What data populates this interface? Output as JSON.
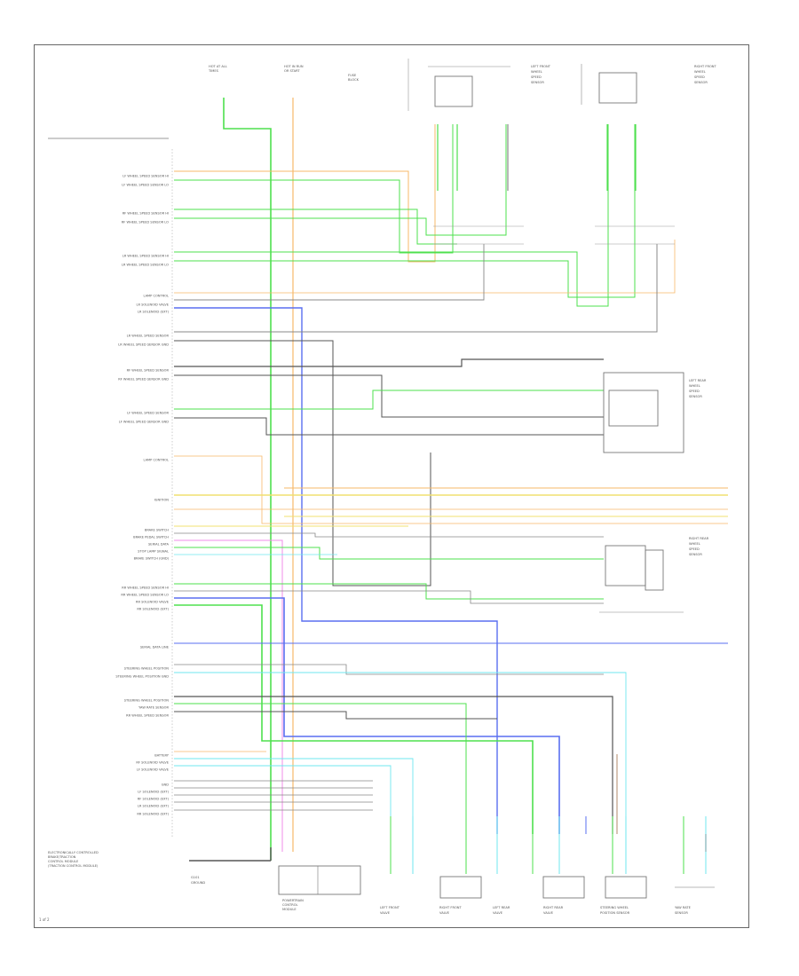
{
  "colors": {
    "frame": "#666666",
    "green": "#4ee04e",
    "orange": "#f7b96a",
    "yellow": "#f0e070",
    "blue": "#5a6ff0",
    "cyan": "#6fe7ef",
    "pink": "#f08ce8",
    "gray": "#888888",
    "dark": "#555555",
    "brown": "#b08a6a",
    "red": "#e05050"
  },
  "controller": {
    "name_lines": [
      "ELECTRONICALLY CONTROLLED",
      "BRAKE/TRACTION",
      "CONTROL MODULE",
      "(TRACTION CONTROL MODULE)"
    ]
  },
  "left_labels": [
    "LF WHEEL SPEED SENSOR HI",
    "LF WHEEL SPEED SENSOR LO",
    "RF WHEEL SPEED SENSOR HI",
    "RF WHEEL SPEED SENSOR LO",
    "LR WHEEL SPEED SENSOR HI",
    "LR WHEEL SPEED SENSOR LO",
    "LAMP CONTROL",
    "LR SOLENOID VALVE",
    "LR SOLENOID (EXT)",
    "LR WHEEL SPEED SENSOR",
    "LR WHEEL SPEED SENSOR GND",
    "RF WHEEL SPEED SENSOR",
    "RF WHEEL SPEED SENSOR GND",
    "LF WHEEL SPEED SENSOR",
    "LF WHEEL SPEED SENSOR GND",
    "LAMP CONTROL",
    "IGNITION",
    "BRAKE SWITCH",
    "BRAKE PEDAL SWITCH",
    "SERIAL DATA",
    "STOP LAMP SIGNAL",
    "BRAKE SWITCH (GND)",
    "RR WHEEL SPEED SENSOR HI",
    "RR WHEEL SPEED SENSOR LO",
    "RR SOLENOID VALVE",
    "RR SOLENOID (EXT)",
    "SERIAL DATA LINE",
    "STEERING WHEEL POSITION",
    "STEERING WHEEL POSITION GND",
    "STEERING WHEEL POSITION",
    "YAW RATE SENSOR",
    "RR WHEEL SPEED SENSOR",
    "BATTERY",
    "RF SOLENOID VALVE",
    "LF SOLENOID VALVE",
    "GND",
    "LF SOLENOID (EXT)",
    "RF SOLENOID (EXT)",
    "LR SOLENOID (EXT)",
    "RR SOLENOID (EXT)"
  ],
  "top_labels": {
    "hot_start": [
      "HOT AT ALL",
      "TIMES"
    ],
    "hot_run": [
      "HOT IN RUN",
      "OR START"
    ],
    "fuse_block": [
      "FUSE",
      "BLOCK"
    ],
    "lf_sensor": [
      "LEFT FRONT",
      "WHEEL",
      "SPEED",
      "SENSOR"
    ],
    "rf_sensor": [
      "RIGHT FRONT",
      "WHEEL",
      "SPEED",
      "SENSOR"
    ]
  },
  "right_components": {
    "lr_sensor": [
      "LEFT REAR",
      "WHEEL",
      "SPEED",
      "SENSOR"
    ],
    "rr_sensor": [
      "RIGHT REAR",
      "WHEEL",
      "SPEED",
      "SENSOR"
    ]
  },
  "bottom_components": {
    "ground": [
      "G101",
      "GROUND"
    ],
    "pcm": [
      "POWERTRAIN",
      "CONTROL",
      "MODULE"
    ],
    "lf_valve": [
      "LEFT FRONT",
      "VALVE"
    ],
    "rf_valve": [
      "RIGHT FRONT",
      "VALVE"
    ],
    "lr_valve": [
      "LEFT REAR",
      "VALVE"
    ],
    "rr_valve": [
      "RIGHT REAR",
      "VALVE"
    ],
    "steering": [
      "STEERING WHEEL",
      "POSITION SENSOR"
    ],
    "yaw": [
      "YAW RATE",
      "SENSOR"
    ]
  },
  "page_number": "1 of 2"
}
